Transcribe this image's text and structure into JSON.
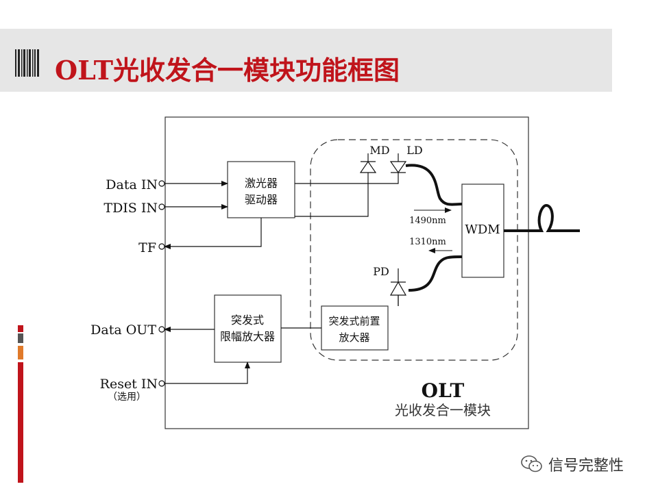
{
  "slide": {
    "title": "OLT光收发合一模块功能框图",
    "accent_color": "#c0141b",
    "header_bg": "#e6e6e6"
  },
  "diagram": {
    "signals": {
      "data_in": "Data IN",
      "tdis_in": "TDIS IN",
      "tf": "TF",
      "data_out": "Data OUT",
      "reset_in": "Reset IN",
      "reset_note": "（选用）"
    },
    "blocks": {
      "laser_driver_line1": "激光器",
      "laser_driver_line2": "驱动器",
      "limiting_amp_line1": "突发式",
      "limiting_amp_line2": "限幅放大器",
      "preamp_line1": "突发式前置",
      "preamp_line2": "放大器",
      "wdm": "WDM"
    },
    "components": {
      "md": "MD",
      "ld": "LD",
      "pd": "PD"
    },
    "wavelengths": {
      "downstream": "1490nm",
      "upstream": "1310nm"
    },
    "module": {
      "name": "OLT",
      "subtitle": "光收发合一模块"
    }
  },
  "watermark": {
    "text": "信号完整性",
    "icon": "wechat-icon"
  }
}
